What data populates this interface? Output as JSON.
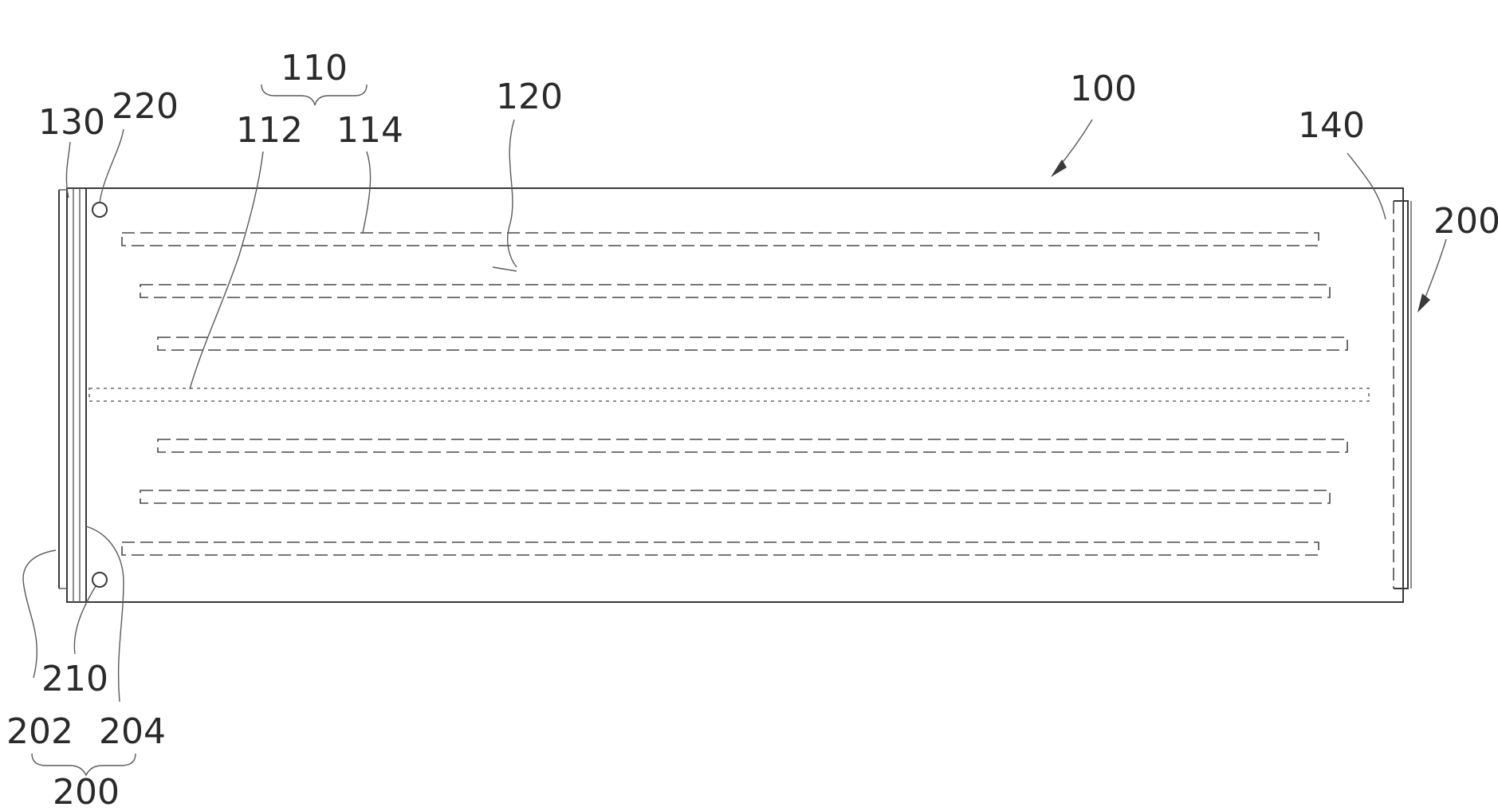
{
  "figure": {
    "labels": {
      "l100": "100",
      "l110": "110",
      "l112": "112",
      "l114": "114",
      "l120": "120",
      "l130": "130",
      "l140": "140",
      "l200_right": "200",
      "l200_bottom": "200",
      "l202": "202",
      "l204": "204",
      "l210": "210",
      "l220": "220"
    }
  }
}
